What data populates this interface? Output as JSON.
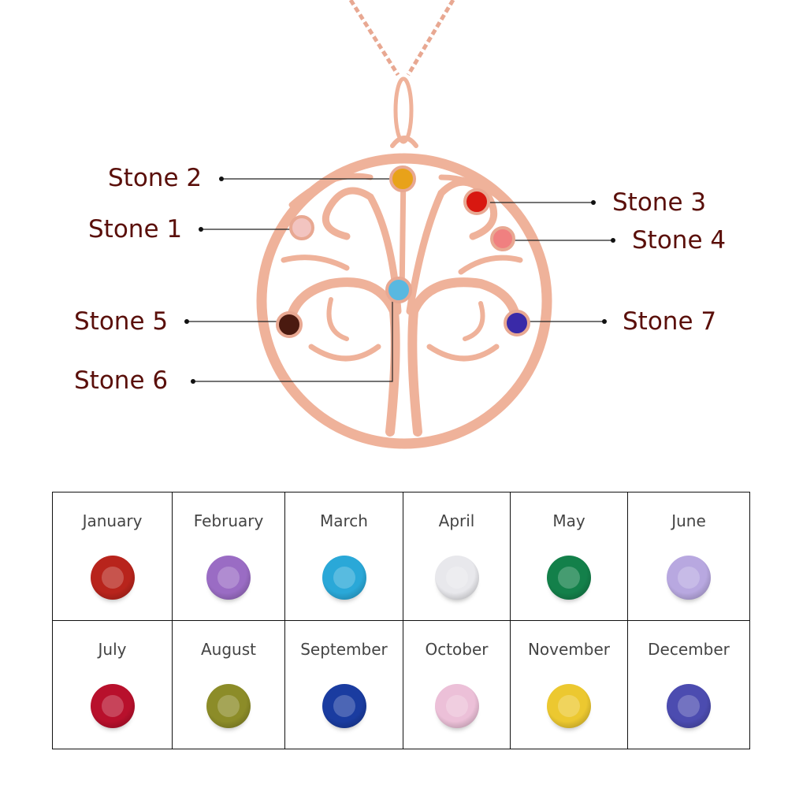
{
  "stones": [
    {
      "label": "Stone 1",
      "color": "#f2c4c0"
    },
    {
      "label": "Stone 2",
      "color": "#e8a21a"
    },
    {
      "label": "Stone 3",
      "color": "#d81810"
    },
    {
      "label": "Stone 4",
      "color": "#f08080"
    },
    {
      "label": "Stone 5",
      "color": "#4a1a10"
    },
    {
      "label": "Stone 6",
      "color": "#59b8e0"
    },
    {
      "label": "Stone 7",
      "color": "#3a2aa8"
    }
  ],
  "label_color": "#5a0f0a",
  "metal_color": "#f0b49c",
  "months": [
    {
      "name": "January",
      "color": "#b8241c"
    },
    {
      "name": "February",
      "color": "#9a6cc4"
    },
    {
      "name": "March",
      "color": "#2aa8d8"
    },
    {
      "name": "April",
      "color": "#e8e8ec"
    },
    {
      "name": "May",
      "color": "#13804a"
    },
    {
      "name": "June",
      "color": "#b8a8e0"
    },
    {
      "name": "July",
      "color": "#b8102c"
    },
    {
      "name": "August",
      "color": "#8c8c28"
    },
    {
      "name": "September",
      "color": "#1a3ca0"
    },
    {
      "name": "October",
      "color": "#ecc0d8"
    },
    {
      "name": "November",
      "color": "#ecc830"
    },
    {
      "name": "December",
      "color": "#4c4cb0"
    }
  ]
}
